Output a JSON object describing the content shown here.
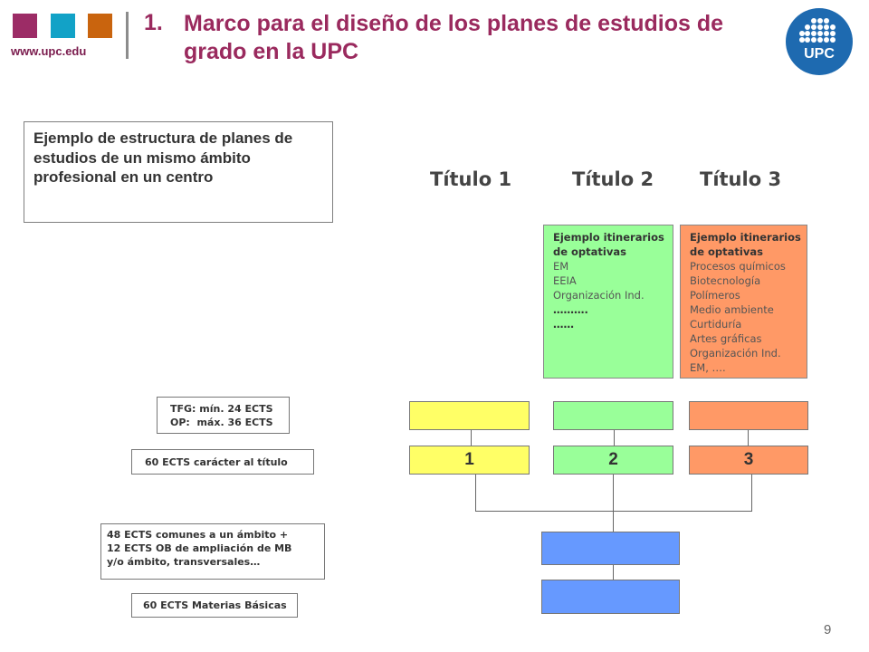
{
  "header": {
    "url": "www.upc.edu",
    "number": "1.",
    "title": "Marco para el diseño de los planes de estudios de grado en la UPC",
    "logo_text": "UPC",
    "colors": {
      "magenta": "#9c2c66",
      "cyan": "#12a2c7",
      "orange": "#c9640e",
      "title": "#9a2a5e",
      "logo": "#1e6ab0"
    }
  },
  "description": "Ejemplo de estructura de planes de estudios de un mismo ámbito profesional en un centro",
  "titles": [
    "Título 1",
    "Título 2",
    "Título 3"
  ],
  "itinerarios": [
    {
      "heading_1": "Ejemplo itinerarios",
      "heading_2": "de optativas",
      "items": [
        "EM",
        "EEIA",
        "Organización Ind.",
        "……….",
        "……"
      ],
      "color": "#99ff99"
    },
    {
      "heading_1": "Ejemplo itinerarios",
      "heading_2": "de optativas",
      "items": [
        "Procesos químicos",
        "Biotecnología",
        "Polímeros",
        "Medio ambiente",
        "Curtiduría",
        "Artes gráficas",
        "Organización Ind.",
        "EM, …."
      ],
      "color": "#ff9966"
    }
  ],
  "left_labels": {
    "tfg_line1": "TFG: mín. 24 ECTS",
    "tfg_line2": "OP:  máx. 36 ECTS",
    "titulo_ects": "60 ECTS carácter al título",
    "comunes_line1": "48 ECTS comunes a un ámbito +",
    "comunes_line2": "12 ECTS OB de ampliación de MB",
    "comunes_line3": "y/o ámbito, transversales…",
    "basicas": "60 ECTS Materias Básicas"
  },
  "blocks": {
    "numbers": [
      "1",
      "2",
      "3"
    ],
    "colors": {
      "yellow": "#ffff66",
      "green": "#99ff99",
      "orange": "#ff9966",
      "blue": "#6699ff"
    }
  },
  "page_number": "9"
}
